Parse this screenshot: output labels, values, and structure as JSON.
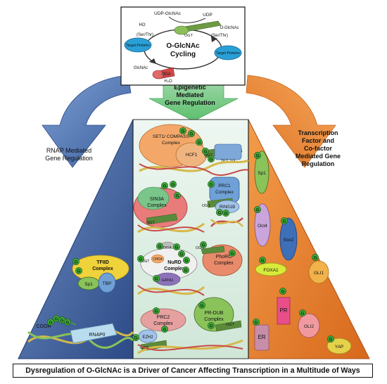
{
  "cycle": {
    "udp_glcnac": "UDP-GlcNAc",
    "udp": "UDP",
    "ogt": "OGT",
    "ho": "HO",
    "ser_thr_left": "(Ser/Thr)",
    "ser_thr_right": "(Ser/Thr)",
    "o_glcnac": "O-GlcNAc",
    "target_proteins_left": "Target Proteins",
    "target_proteins_right": "Target Proteins",
    "title_line1": "O-GlcNAc",
    "title_line2": "Cycling",
    "glcnac": "GlcNAc",
    "oga": "OGA",
    "h2o": "H₂O"
  },
  "arrows": {
    "left_line1": "RNAP Mediated",
    "left_line2": "Gene Regulation",
    "middle_line1": "Epigenetic",
    "middle_line2": "Mediated",
    "middle_line3": "Gene Regulation",
    "right_line1": "Transcription",
    "right_line2": "Factor and",
    "right_line3": "Co-factor",
    "right_line4": "Mediated Gene",
    "right_line5": "Regulation"
  },
  "left_panel": {
    "tfiid_line1": "TFIID",
    "tfiid_line2": "Complex",
    "sp1": "Sp1",
    "tbp": "TBP",
    "cooh": "COOH",
    "rnapii": "RNAPII"
  },
  "middle_panel": {
    "set1_line1": "SET1/ COMPASS",
    "set1_line2": "Complex",
    "hcf1": "HCF1",
    "ogt_a": "OGT",
    "tet": "TET 2/3",
    "prc1_line1": "PRC1",
    "prc1_line2": "Complex",
    "ogt_b": "OGT",
    "ring1b": "RING1B",
    "sin3a_line1": "SIN3A",
    "sin3a_line2": "Complex",
    "ogt_c": "OGT",
    "oga": "OGA",
    "chd4": "CHD4",
    "ogt_d": "OGT",
    "nurd_line1": "NuRD",
    "nurd_line2": "Complex",
    "gata1": "GATA1",
    "ogt_e": "OGT",
    "phorc_line1": "PhoRC",
    "phorc_line2": "Complex",
    "prc2_line1": "PRC2",
    "prc2_line2": "Complex",
    "ezh2": "EZH2",
    "ogt_f": "OGT",
    "prdub_line1": "PR-DUB",
    "prdub_line2": "Complex",
    "ogt_g": "OGT"
  },
  "right_panel": {
    "sp1": "Sp1",
    "oct4": "Oct4",
    "sox2": "Sox2",
    "foxa1": "FOXA1",
    "gli1": "GLI1",
    "pr": "PR",
    "er": "ER",
    "gli2": "GLI2",
    "yap": "YAP"
  },
  "glyph_letter": "G",
  "caption": "Dysregulation of O-GlcNAc is a Driver of Cancer Affecting Transcription in a Multitude of Ways",
  "colors": {
    "left_panel": "#3f5f9a",
    "middle_panel": "#d9ece1",
    "right_panel": "#e67f2a",
    "glyph": "#3faa3a",
    "ogt": "#5c8a3c",
    "oga": "#d04848",
    "target_protein": "#2a9fd6"
  }
}
